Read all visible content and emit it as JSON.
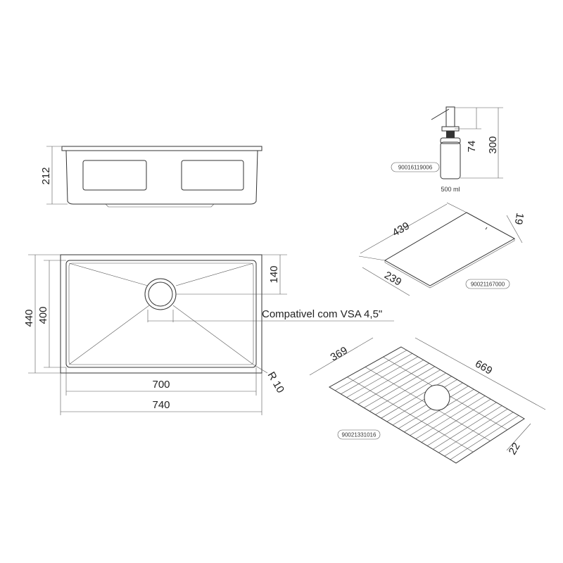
{
  "side_view": {
    "height_label": "212"
  },
  "top_view": {
    "outer_height_label": "440",
    "inner_height_label": "400",
    "drain_offset_label": "140",
    "drain_note": "Compativel com VSA 4,5\"",
    "inner_width_label": "700",
    "outer_width_label": "740",
    "radius_label": "R 10"
  },
  "soap_dispenser": {
    "code": "90016119006",
    "capacity": "500 ml",
    "neck_height_label": "74",
    "total_height_label": "300"
  },
  "cutting_board": {
    "code": "90021167000",
    "length_label": "439",
    "width_label": "239",
    "thickness_label": "19"
  },
  "bottom_grid": {
    "code": "90021331016",
    "width_label": "369",
    "length_label": "669",
    "height_label": "22"
  }
}
